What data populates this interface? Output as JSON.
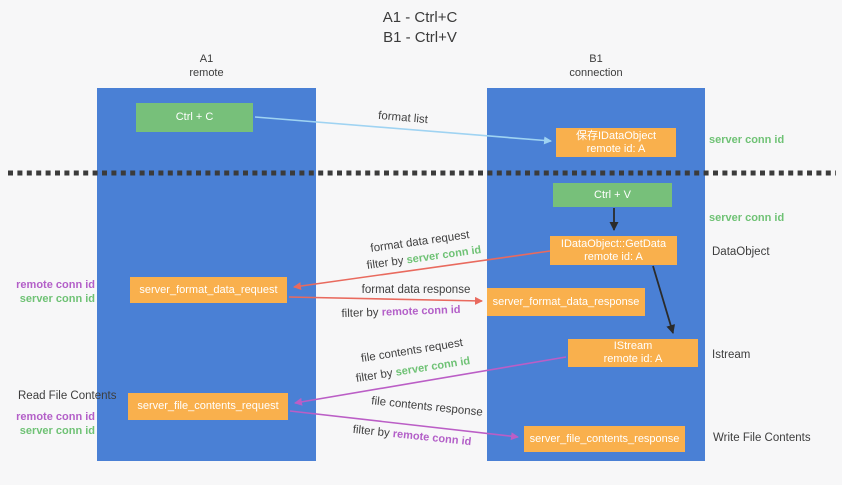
{
  "title": {
    "line1": "A1 - Ctrl+C",
    "line2": "B1 - Ctrl+V"
  },
  "lifelines": {
    "a": {
      "name": "A1",
      "role": "remote"
    },
    "b": {
      "name": "B1",
      "role": "connection"
    }
  },
  "nodes": {
    "ctrl_c": {
      "label": "Ctrl + C"
    },
    "ctrl_v": {
      "label": "Ctrl + V"
    },
    "save_idataobject": {
      "line1": "保存IDataObject",
      "line2": "remote id: A"
    },
    "getdata": {
      "line1": "IDataObject::GetData",
      "line2": "remote id: A"
    },
    "istream": {
      "line1": "IStream",
      "line2": "remote id: A"
    },
    "format_request": {
      "label": "server_format_data_request"
    },
    "format_response": {
      "label": "server_format_data_response"
    },
    "file_request": {
      "label": "server_file_contents_request"
    },
    "file_response": {
      "label": "server_file_contents_response"
    }
  },
  "flow_labels": {
    "format_list": "format list",
    "format_data_request": "format data request",
    "format_data_request_filter": {
      "prefix": "filter by ",
      "value": "server conn id"
    },
    "format_data_response": "format data response",
    "format_data_response_filter": {
      "prefix": "filter by ",
      "value": "remote conn id"
    },
    "file_contents_request": "file contents request",
    "file_contents_request_filter": {
      "prefix": "filter by ",
      "value": "server conn id"
    },
    "file_contents_response": "file contents response",
    "file_contents_response_filter": {
      "prefix": "filter by ",
      "value": "remote conn id"
    }
  },
  "side_labels": {
    "server_conn_id_top": "server conn id",
    "server_conn_id_mid": "server conn id",
    "dataobject": "DataObject",
    "istream": "Istream",
    "write_file_contents": "Write File Contents",
    "read_file_contents": "Read File Contents",
    "left_pair_top": {
      "remote": "remote conn id",
      "server": "server conn id"
    },
    "left_pair_bottom": {
      "remote": "remote conn id",
      "server": "server conn id"
    }
  },
  "colors": {
    "lifeline_blue": "#4a80d5",
    "action_green": "#77c07a",
    "node_orange": "#f9b04d",
    "arrow_red": "#e96a5e",
    "arrow_magenta": "#bb5ec6",
    "arrow_light_blue": "#9fd3f2",
    "arrow_black": "#2b2b2b",
    "text_green": "#6fc275",
    "text_purple": "#b35fc8",
    "text_dark": "#3f3f3f",
    "background": "#f7f7f8"
  }
}
